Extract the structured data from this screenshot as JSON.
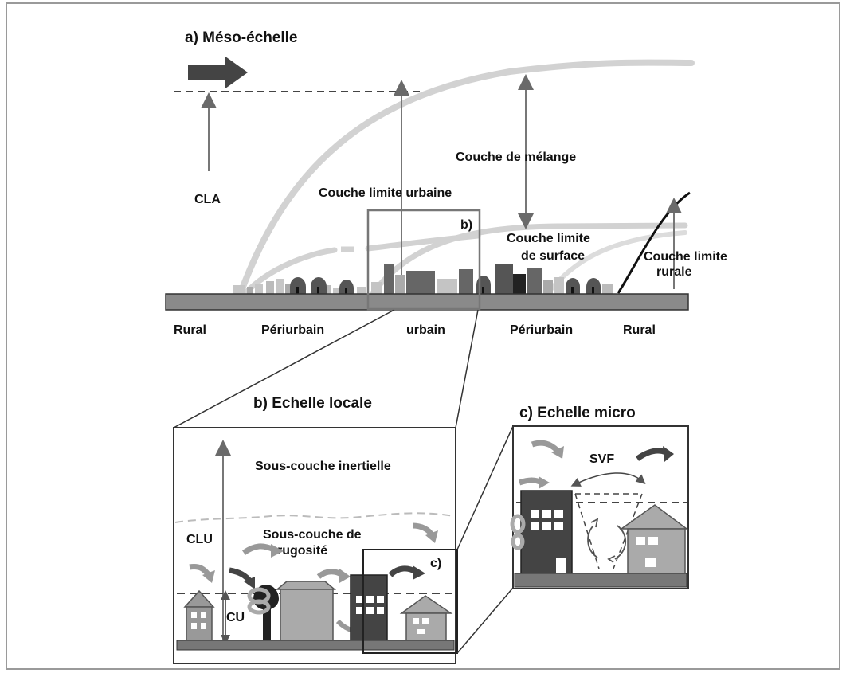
{
  "meso": {
    "title": "a) Méso-échelle",
    "cla": "CLA",
    "boundary_urban": "Couche limite urbaine",
    "mixing_layer": "Couche de mélange",
    "surface_layer_line1": "Couche limite",
    "surface_layer_line2": "de surface",
    "rural_layer_line1": "Couche limite",
    "rural_layer_line2": "rurale",
    "inset_marker": "b)",
    "ground_labels": [
      "Rural",
      "Périurbain",
      "urbain",
      "Périurbain",
      "Rural"
    ]
  },
  "local": {
    "title": "b) Echelle locale",
    "inertial": "Sous-couche inertielle",
    "roughness_line1": "Sous-couche de",
    "roughness_line2": "rugosité",
    "clu": "CLU",
    "cu": "CU",
    "inset_marker": "c)"
  },
  "micro": {
    "title": "c) Echelle micro",
    "svf": "SVF"
  },
  "colors": {
    "ground": "#8a8a8a",
    "building_dark": "#555555",
    "building_mid": "#8c8c8c",
    "building_light": "#c4c4c4",
    "boundary_curve": "#d4d4d4",
    "arrow_dark": "#3f3f3f",
    "arrow_light": "#9a9a9a",
    "frame": "#888888"
  }
}
